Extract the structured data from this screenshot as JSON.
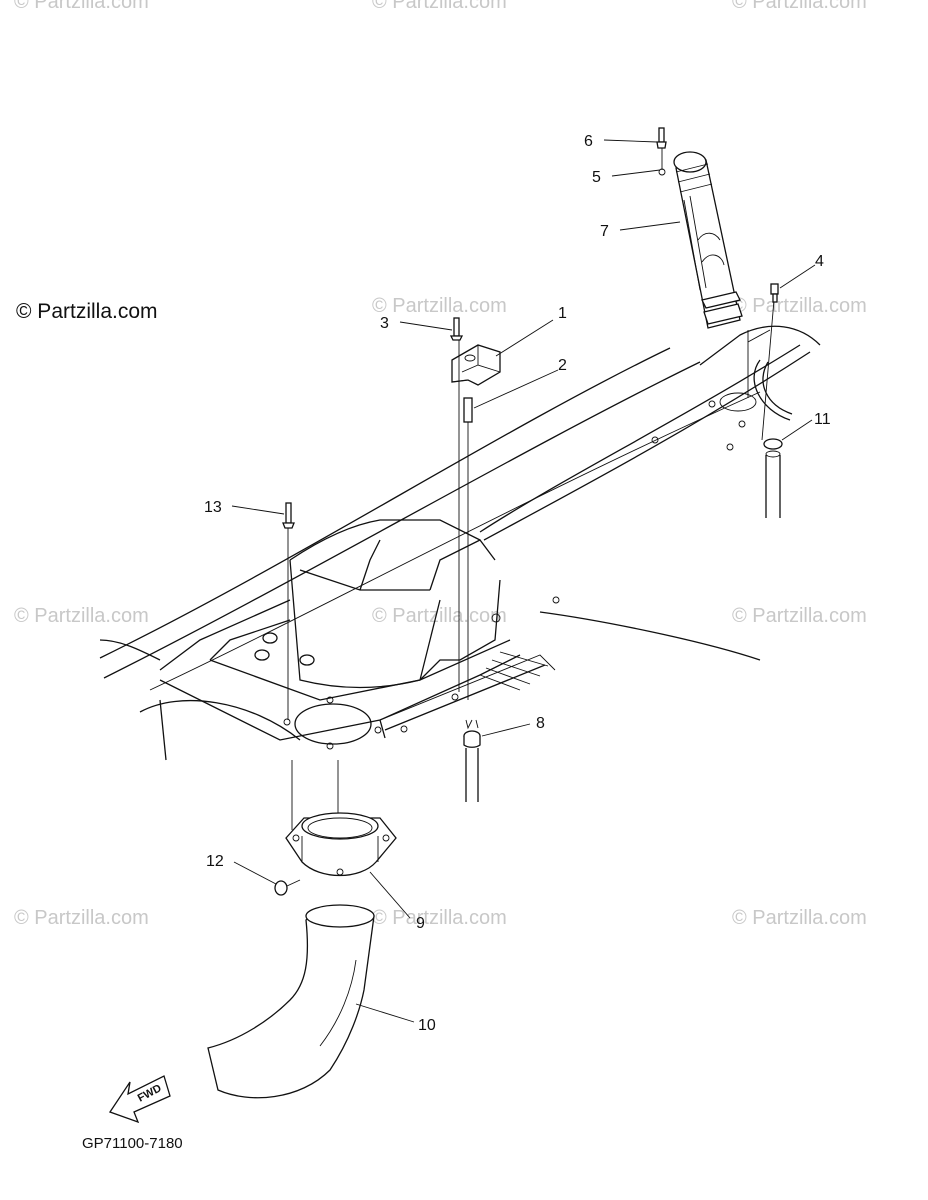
{
  "watermarks": {
    "main": "© Partzilla.com",
    "faint": "© Partzilla.com"
  },
  "diagram_code": "GP71100-7180",
  "fwd_label": "FWD",
  "callouts": [
    {
      "id": "1",
      "label": "1"
    },
    {
      "id": "2",
      "label": "2"
    },
    {
      "id": "3",
      "label": "3"
    },
    {
      "id": "4",
      "label": "4"
    },
    {
      "id": "5",
      "label": "5"
    },
    {
      "id": "6",
      "label": "6"
    },
    {
      "id": "7",
      "label": "7"
    },
    {
      "id": "8",
      "label": "8"
    },
    {
      "id": "9",
      "label": "9"
    },
    {
      "id": "10",
      "label": "10"
    },
    {
      "id": "11",
      "label": "11"
    },
    {
      "id": "12",
      "label": "12"
    },
    {
      "id": "13",
      "label": "13"
    }
  ]
}
